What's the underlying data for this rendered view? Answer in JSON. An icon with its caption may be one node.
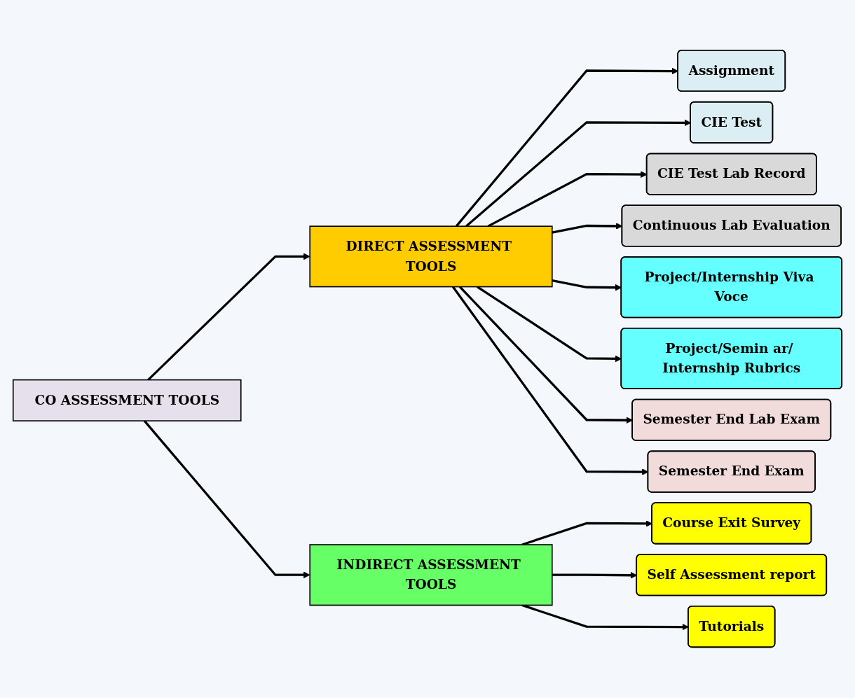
{
  "diagram": {
    "nodes": [
      {
        "text": [
          "CO ASSESSMENT TOOLS"
        ]
      },
      {
        "text": [
          "DIRECT ASSESSMENT TOOLS"
        ]
      },
      {
        "text": [
          "INDIRECT ASSESSMENT TOOLS"
        ]
      },
      {
        "text": [
          "Assignment"
        ]
      },
      {
        "text": [
          "CIE Test"
        ]
      },
      {
        "text": [
          "CIE Test Lab Record"
        ]
      },
      {
        "text": [
          "Continuous Lab Evaluation"
        ]
      },
      {
        "text": [
          "Project/Internship Viva Voce"
        ]
      },
      {
        "text": [
          "Project/Semin ar/ Internship Rubrics"
        ]
      },
      {
        "text": [
          "Semester End Lab Exam"
        ]
      },
      {
        "text": [
          "Semester End Exam"
        ]
      },
      {
        "text": [
          "Course Exit Survey"
        ]
      },
      {
        "text": [
          "Self Assessment report"
        ]
      },
      {
        "text": [
          "Tutorials"
        ]
      }
    ],
    "edges": [
      {
        "from": 0,
        "to": 1,
        "arrow": "to"
      },
      {
        "from": 0,
        "to": 2,
        "arrow": "to"
      },
      {
        "from": 1,
        "to": 3,
        "arrow": "to"
      },
      {
        "from": 1,
        "to": 4,
        "arrow": "to"
      },
      {
        "from": 1,
        "to": 5,
        "arrow": "to"
      },
      {
        "from": 1,
        "to": 6,
        "arrow": "to"
      },
      {
        "from": 1,
        "to": 7,
        "arrow": "to"
      },
      {
        "from": 1,
        "to": 8,
        "arrow": "to"
      },
      {
        "from": 1,
        "to": 9,
        "arrow": "to"
      },
      {
        "from": 1,
        "to": 10,
        "arrow": "to"
      },
      {
        "from": 2,
        "to": 11,
        "arrow": "to"
      },
      {
        "from": 2,
        "to": 12,
        "arrow": "to"
      },
      {
        "from": 2,
        "to": 13,
        "arrow": "to"
      }
    ]
  }
}
